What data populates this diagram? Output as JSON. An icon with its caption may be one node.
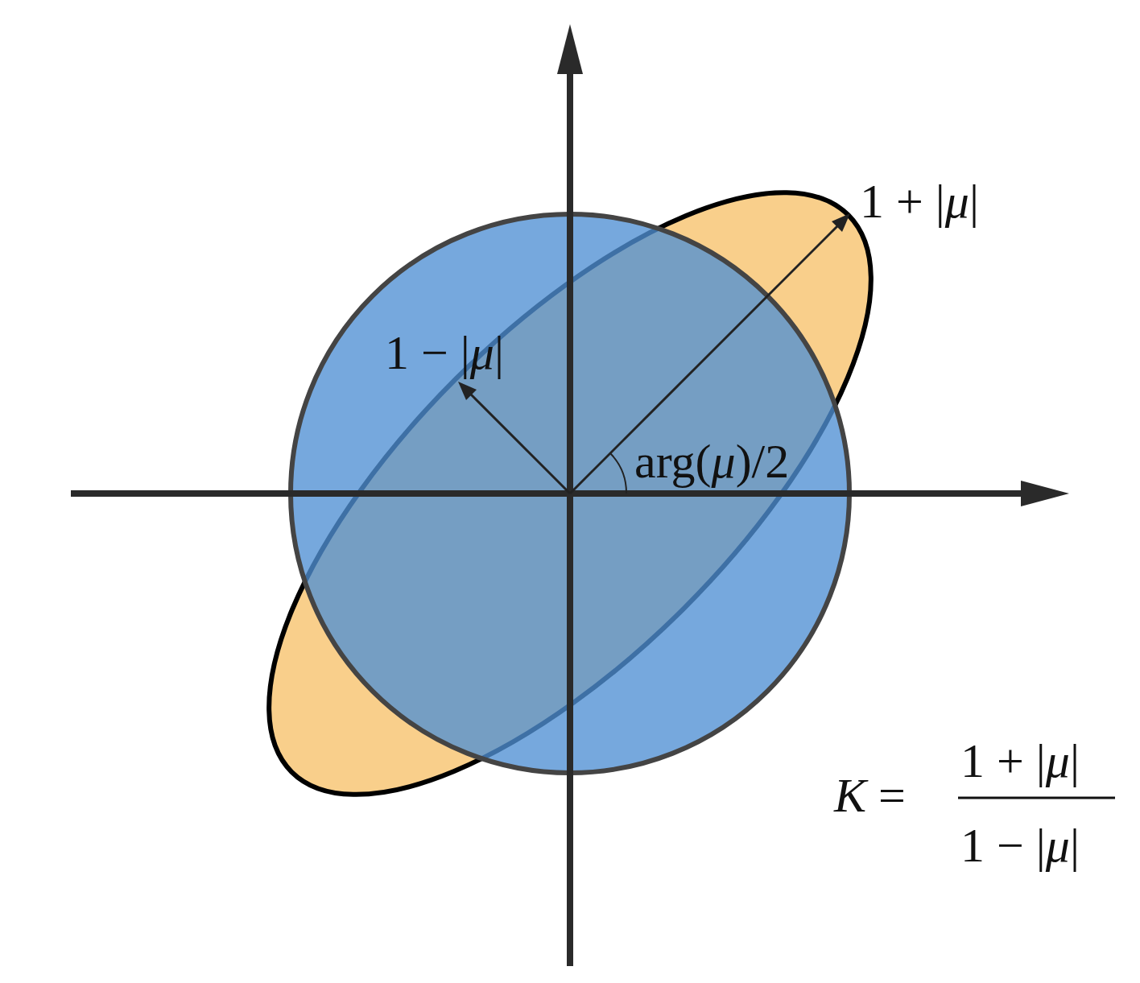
{
  "diagram": {
    "labels": [
      "1 + |*μ*|",
      "1 − |*μ*|",
      "arg(*μ*)/2",
      "*K* =",
      "1 + |*μ*|",
      "1 − |*μ*|"
    ]
  }
}
